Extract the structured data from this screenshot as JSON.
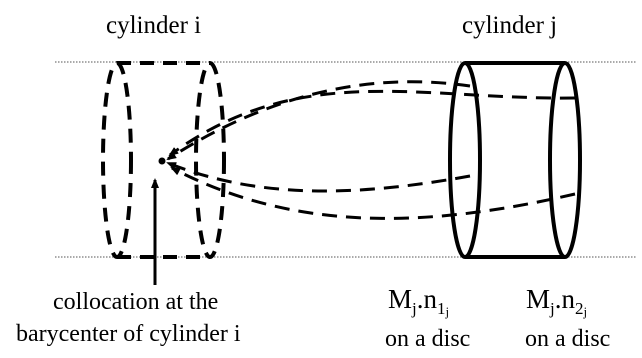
{
  "labels": {
    "cylinder_i": "cylinder i",
    "cylinder_j": "cylinder j",
    "collocation_line1": "collocation at the",
    "collocation_line2": "barycenter of cylinder i",
    "disc_label": "on a disc"
  },
  "math": {
    "m1": {
      "base": "M",
      "sub_base": "j",
      "mid": ".n",
      "sub": "1",
      "sub2": "j"
    },
    "m2": {
      "base": "M",
      "sub_base": "j",
      "mid": ".n",
      "sub": "2",
      "sub2": "j"
    }
  },
  "colors": {
    "line": "#000000",
    "guide": "#555555",
    "background": "#ffffff"
  }
}
